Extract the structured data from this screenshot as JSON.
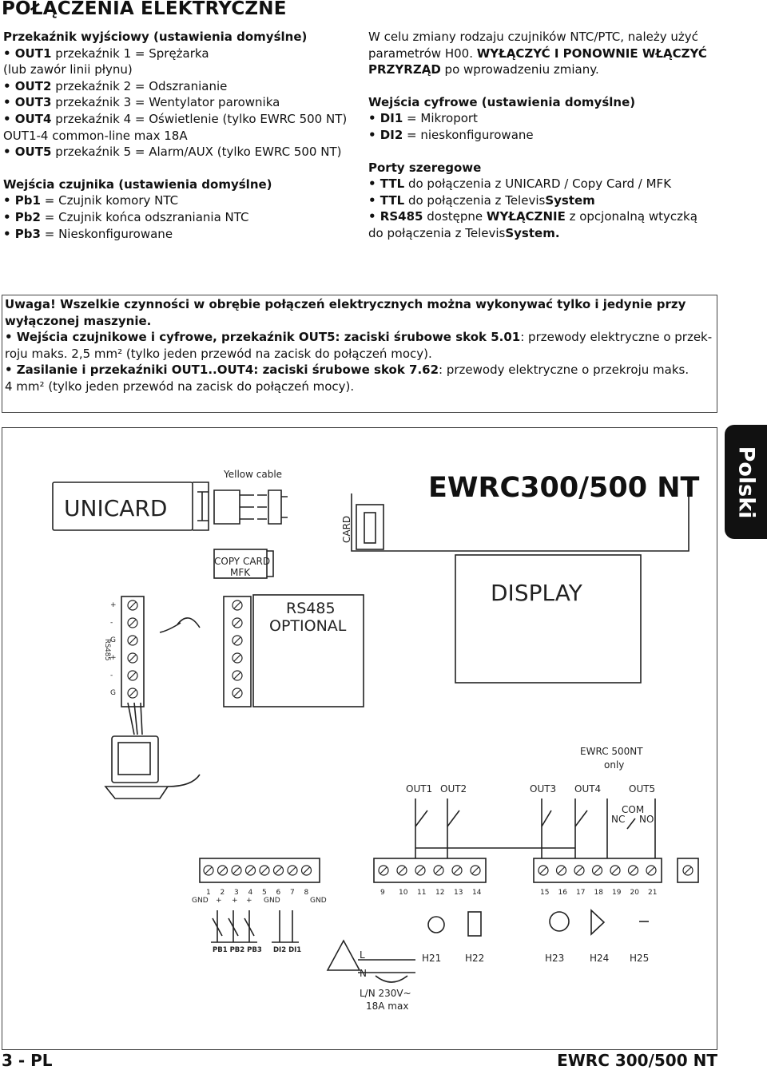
{
  "title": "POŁĄCZENIA ELEKTRYCZNE",
  "left": {
    "relays_heading": "Przekaźnik wyjściowy (ustawienia domyślne)",
    "out1_a": "• OUT1",
    "out1_b": " przekaźnik 1 = Sprężarka",
    "out1_c": "(lub zawór linii płynu)",
    "out2_a": "• OUT2",
    "out2_b": " przekaźnik 2 = Odszranianie",
    "out3_a": "• OUT3",
    "out3_b": " przekaźnik 3 = Wentylator parownika",
    "out4_a": "• OUT4",
    "out4_b": " przekaźnik 4 = Oświetlenie (tylko EWRC 500 NT)",
    "common": "OUT1-4 common-line max 18A",
    "out5_a": "• OUT5",
    "out5_b": " przekaźnik 5 = Alarm/AUX (tylko EWRC 500 NT)",
    "probes_heading": "Wejścia czujnika (ustawienia domyślne)",
    "pb1_a": "• Pb1",
    "pb1_b": " = Czujnik komory NTC",
    "pb2_a": "• Pb2",
    "pb2_b": " = Czujnik końca odszraniania NTC",
    "pb3_a": "• Pb3",
    "pb3_b": " = Nieskonfigurowane"
  },
  "right": {
    "intro1": "W celu zmiany rodzaju czujników NTC/PTC, należy użyć",
    "intro2a": "parametrów H00. ",
    "intro2b": "WYŁĄCZYĆ I PONOWNIE WŁĄCZYĆ",
    "intro3a": "PRZYRZĄD",
    "intro3b": " po wprowadzeniu zmiany.",
    "di_heading": "Wejścia cyfrowe (ustawienia domyślne)",
    "di1_a": "• DI1",
    "di1_b": " = Mikroport",
    "di2_a": "• DI2",
    "di2_b": " = nieskonfigurowane",
    "serial_heading": "Porty szeregowe",
    "ttl1_a": "• TTL",
    "ttl1_b": " do połączenia z UNICARD / Copy Card / MFK",
    "ttl2_a": "• TTL",
    "ttl2_b": " do połączenia z Televis",
    "ttl2_c": "System",
    "rs_a": "• RS485",
    "rs_b": " dostępne ",
    "rs_c": "WYŁĄCZNIE",
    "rs_d": " z opcjonalną wtyczką",
    "rs2_a": "do połączenia z Televis",
    "rs2_b": "System."
  },
  "warning": {
    "l1": "Uwaga! Wszelkie czynności w obrębie połączeń elektrycznych można wykonywać tylko i jedynie przy",
    "l2": "wyłączonej maszynie.",
    "l3a": "• Wejścia czujnikowe i cyfrowe, przekaźnik OUT5: zaciski śrubowe skok 5.01",
    "l3b": ": przewody elektryczne o przek-",
    "l4": "roju maks. 2,5 mm² (tylko jeden przewód na zacisk do połączeń mocy).",
    "l5a": "• Zasilanie i przekaźniki OUT1..OUT4: zaciski śrubowe skok 7.62",
    "l5b": ": przewody elektryczne o przekroju maks.",
    "l6": "4 mm² (tylko jeden przewód na zacisk do połączeń mocy)."
  },
  "side_tab": "Polski",
  "diagram": {
    "unicard": "UNICARD",
    "yellow_cable": "Yellow cable",
    "model": "EWRC300/500 NT",
    "card": "CARD",
    "copycard1": "COPY CARD",
    "copycard2": "MFK",
    "display": "DISPLAY",
    "rs485_1": "RS485",
    "rs485_2": "OPTIONAL",
    "rs_side_labels": [
      "+",
      "-",
      "G",
      "+",
      "-",
      "G"
    ],
    "rs_side_title": "RS485",
    "ewrc500_1": "EWRC 500NT",
    "ewrc500_2": "only",
    "outs": [
      "OUT1",
      "OUT2",
      "OUT3",
      "OUT4",
      "OUT5"
    ],
    "com": "COM",
    "nc": "NC",
    "no": "NO",
    "term_low": [
      "1",
      "2",
      "3",
      "4",
      "5",
      "6",
      "7",
      "8"
    ],
    "term_mid": [
      "9",
      "10",
      "11",
      "12",
      "13",
      "14"
    ],
    "term_high": [
      "15",
      "16",
      "17",
      "18",
      "19",
      "20",
      "21"
    ],
    "sig_labels": [
      "GND",
      "+",
      "+",
      "+",
      "GND",
      "GND"
    ],
    "probe_group": "PB1 PB2 PB3",
    "di_group": "DI2 DI1",
    "L": "L",
    "N": "N",
    "power1": "L/N 230V~",
    "power2": "18A max",
    "h_labels": [
      "H21",
      "H22",
      "H23",
      "H24",
      "H25"
    ]
  },
  "footer_left": "3 - PL",
  "footer_right": "EWRC 300/500 NT"
}
